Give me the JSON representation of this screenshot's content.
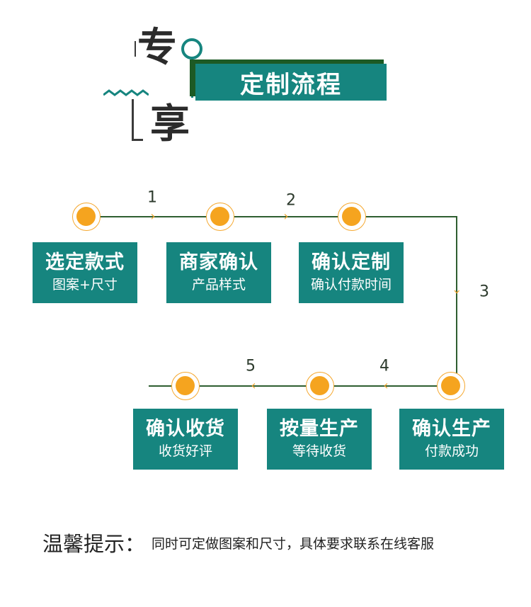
{
  "header": {
    "char_top": "专",
    "char_bottom": "享",
    "title": "定制流程"
  },
  "steps": [
    {
      "main": "选定款式",
      "sub": "图案+尺寸"
    },
    {
      "main": "商家确认",
      "sub": "产品样式"
    },
    {
      "main": "确认定制",
      "sub": "确认付款时间"
    },
    {
      "main": "确认生产",
      "sub": "付款成功"
    },
    {
      "main": "按量生产",
      "sub": "等待收货"
    },
    {
      "main": "确认收货",
      "sub": "收货好评"
    }
  ],
  "connector_numbers": [
    "1",
    "2",
    "3",
    "4",
    "5"
  ],
  "tip": {
    "label": "温馨提示：",
    "text": "同时可定做图案和尺寸，具体要求联系在线客服"
  },
  "colors": {
    "teal": "#16857f",
    "node_orange": "#f5a41f",
    "line_green": "#2e5e30"
  }
}
